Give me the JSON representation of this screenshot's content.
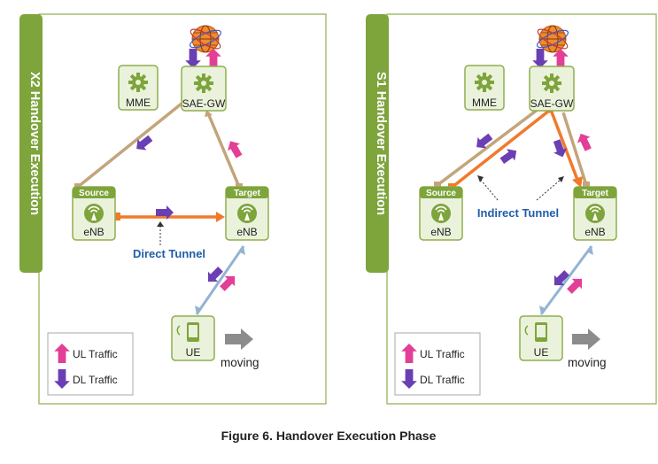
{
  "caption": "Figure 6. Handover Execution Phase",
  "left_panel": {
    "side_title": "X2 Handover Execution",
    "mme_label": "MME",
    "gw_label": "SAE-GW",
    "source_header": "Source",
    "source_label": "eNB",
    "target_header": "Target",
    "target_label": "eNB",
    "tunnel_label": "Direct Tunnel",
    "ue_label": "UE",
    "moving_label": "moving",
    "legend_ul": "UL Traffic",
    "legend_dl": "DL Traffic"
  },
  "right_panel": {
    "side_title": "S1 Handover Execution",
    "mme_label": "MME",
    "gw_label": "SAE-GW",
    "source_header": "Source",
    "source_label": "eNB",
    "target_header": "Target",
    "target_label": "eNB",
    "tunnel_label": "Indirect Tunnel",
    "ue_label": "UE",
    "moving_label": "moving",
    "legend_ul": "UL Traffic",
    "legend_dl": "DL Traffic"
  },
  "colors": {
    "panel_border": "#8fae4e",
    "side_bar": "#7ea43c",
    "node_fill": "#eaf2dc",
    "node_border": "#8fae4e",
    "icon_green": "#7ea43c",
    "link_tan": "#c2a57a",
    "tunnel_orange": "#f07a2a",
    "radio_link": "#94b3d4",
    "ul_pink": "#e33f97",
    "dl_purple": "#6a3fb3",
    "tunnel_text": "#1f5ea8",
    "moving_gray": "#8c8c8c"
  }
}
